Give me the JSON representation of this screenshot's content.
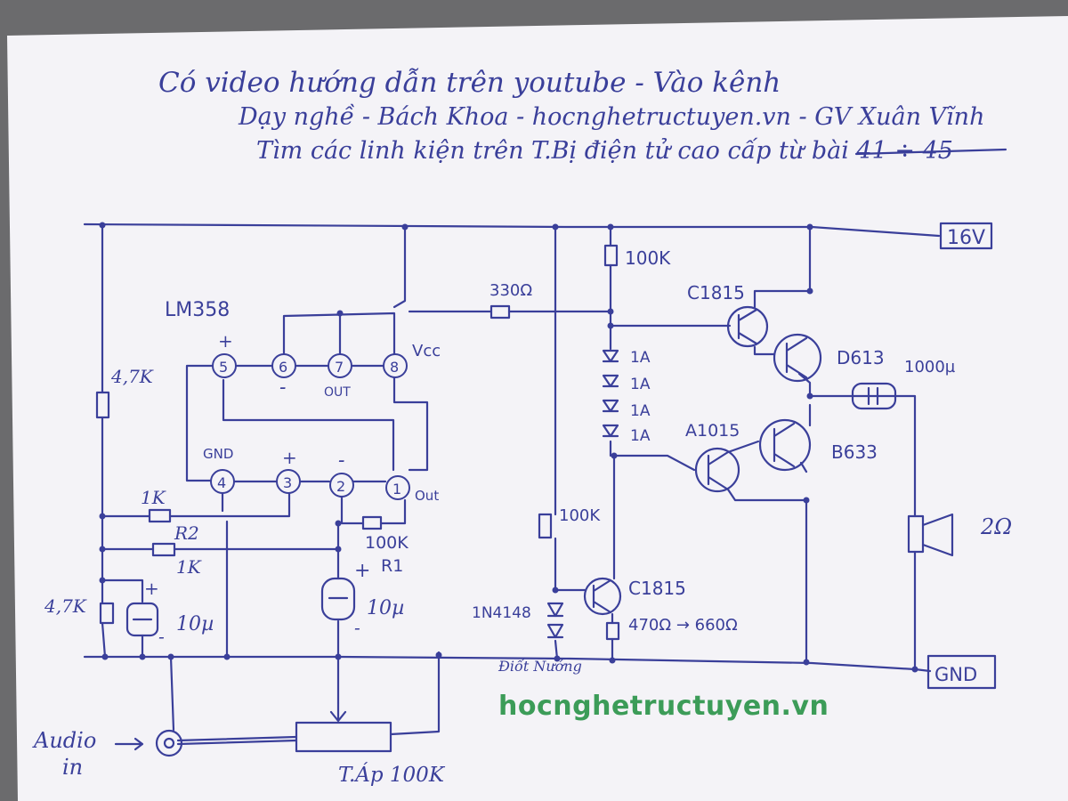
{
  "note": {
    "line1": "Có video hướng dẫn trên youtube - Vào kênh",
    "line2": "Dạy nghề - Bách Khoa - hocnghetructuyen.vn - GV Xuân Vĩnh",
    "line3": "Tìm các linh kiện trên T.Bị điện tử cao cấp từ bài 41 ÷ 45"
  },
  "ic": {
    "name": "LM358",
    "vcc": "Vcc",
    "gnd": "GND",
    "out": "OUT",
    "out_lower": "Out",
    "plus": "+",
    "minus": "-",
    "pins": [
      "5",
      "6",
      "7",
      "8",
      "4",
      "3",
      "2",
      "1"
    ]
  },
  "labels": {
    "v16": "16V",
    "gnd": "GND",
    "r_47k_top": "4,7K",
    "r_47k_bot": "4,7K",
    "r_1k": "1K",
    "r2": "R2",
    "r2_val": "1K",
    "r1_val": "100K",
    "r1": "R1",
    "c10u_left": "10µ",
    "c10u_mid": "10µ",
    "r330": "330Ω",
    "r100k_top": "100K",
    "r100k_mid": "100K",
    "d1": "1A",
    "d2": "1A",
    "d3": "1A",
    "d4": "1A",
    "q_c1815_top": "C1815",
    "q_d613": "D613",
    "c1000u": "1000µ",
    "q_a1015": "A1015",
    "q_b633": "B633",
    "speaker": "2Ω",
    "q_c1815_bot": "C1815",
    "r470": "470Ω → 660Ω",
    "d_1n4148": "1N4148",
    "d_note": "Điốt Nướng",
    "audio_in": "Audio",
    "audio_in2": "in",
    "pot": "T.Áp 100K",
    "cap_plus": "+",
    "cap_minus": "-"
  },
  "watermark": "hocnghetructuyen.vn",
  "colors": {
    "ink": "#3a3f9a",
    "paper": "#f4f3f7",
    "watermark": "#3c9c58",
    "background": "#6b6b6d"
  }
}
